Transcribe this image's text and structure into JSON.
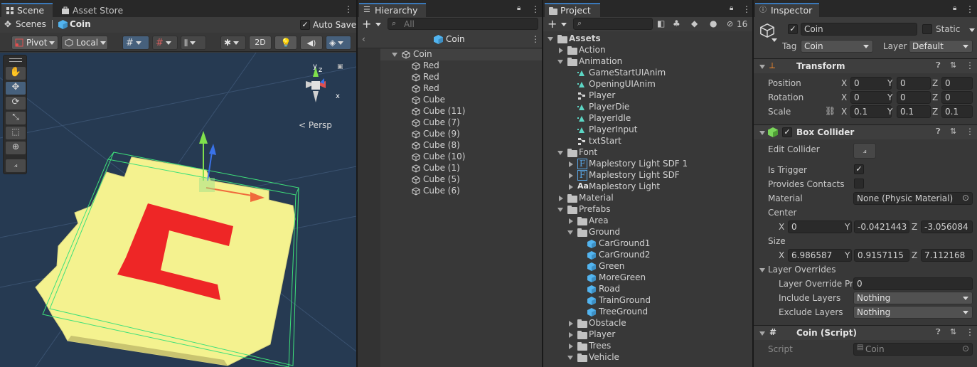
{
  "scene_panel": {
    "tabs": [
      {
        "label": "Scene"
      },
      {
        "label": "Asset Store"
      }
    ],
    "breadcrumb": {
      "root": "Scenes",
      "object": "Coin"
    },
    "auto_save_label": "Auto Save",
    "auto_save_checked": true,
    "toolbar": {
      "pivot": "Pivot",
      "local": "Local",
      "mode_2d": "2D"
    },
    "persp_label": "Persp",
    "gizmo_axes": {
      "y": "y",
      "z": "z",
      "x": "x"
    }
  },
  "hierarchy": {
    "tab": "Hierarchy",
    "search_placeholder": "All",
    "prefab_title": "Coin",
    "root": "Coin",
    "children": [
      "Red",
      "Red",
      "Red",
      "Cube",
      "Cube (11)",
      "Cube (7)",
      "Cube (9)",
      "Cube (8)",
      "Cube (10)",
      "Cube (1)",
      "Cube (5)",
      "Cube (6)"
    ]
  },
  "project": {
    "tab": "Project",
    "hidden_count": "16",
    "tree": [
      {
        "label": "Assets",
        "depth": 0,
        "type": "folder",
        "state": "open",
        "bold": true
      },
      {
        "label": "Action",
        "depth": 1,
        "type": "folder",
        "state": "closed"
      },
      {
        "label": "Animation",
        "depth": 1,
        "type": "folder",
        "state": "open"
      },
      {
        "label": "GameStartUIAnim",
        "depth": 2,
        "type": "anim"
      },
      {
        "label": "OpeningUIAnim",
        "depth": 2,
        "type": "anim"
      },
      {
        "label": "Player",
        "depth": 2,
        "type": "controller"
      },
      {
        "label": "PlayerDie",
        "depth": 2,
        "type": "anim"
      },
      {
        "label": "PlayerIdle",
        "depth": 2,
        "type": "anim"
      },
      {
        "label": "PlayerInput",
        "depth": 2,
        "type": "anim"
      },
      {
        "label": "txtStart",
        "depth": 2,
        "type": "controller"
      },
      {
        "label": "Font",
        "depth": 1,
        "type": "folder",
        "state": "open"
      },
      {
        "label": "Maplestory Light SDF 1",
        "depth": 2,
        "type": "fontasset",
        "state": "closed"
      },
      {
        "label": "Maplestory Light SDF",
        "depth": 2,
        "type": "fontasset",
        "state": "closed"
      },
      {
        "label": "Maplestory Light",
        "depth": 2,
        "type": "font",
        "state": "closed",
        "glyph": "Aa"
      },
      {
        "label": "Material",
        "depth": 1,
        "type": "folder",
        "state": "closed"
      },
      {
        "label": "Prefabs",
        "depth": 1,
        "type": "folder",
        "state": "open"
      },
      {
        "label": "Area",
        "depth": 2,
        "type": "folder",
        "state": "closed"
      },
      {
        "label": "Ground",
        "depth": 2,
        "type": "folder",
        "state": "open"
      },
      {
        "label": "CarGround1",
        "depth": 3,
        "type": "prefab"
      },
      {
        "label": "CarGround2",
        "depth": 3,
        "type": "prefab"
      },
      {
        "label": "Green",
        "depth": 3,
        "type": "prefab"
      },
      {
        "label": "MoreGreen",
        "depth": 3,
        "type": "prefab"
      },
      {
        "label": "Road",
        "depth": 3,
        "type": "prefab"
      },
      {
        "label": "TrainGround",
        "depth": 3,
        "type": "prefab"
      },
      {
        "label": "TreeGround",
        "depth": 3,
        "type": "prefab"
      },
      {
        "label": "Obstacle",
        "depth": 2,
        "type": "folder",
        "state": "closed"
      },
      {
        "label": "Player",
        "depth": 2,
        "type": "folder",
        "state": "closed"
      },
      {
        "label": "Trees",
        "depth": 2,
        "type": "folder",
        "state": "closed"
      },
      {
        "label": "Vehicle",
        "depth": 2,
        "type": "folder",
        "state": "open"
      }
    ]
  },
  "inspector": {
    "tab": "Inspector",
    "object_name": "Coin",
    "active": true,
    "static_label": "Static",
    "tag_label": "Tag",
    "tag_value": "Coin",
    "layer_label": "Layer",
    "layer_value": "Default",
    "transform": {
      "title": "Transform",
      "rows": [
        {
          "label": "Position",
          "x": "0",
          "y": "0",
          "z": "0"
        },
        {
          "label": "Rotation",
          "x": "0",
          "y": "0",
          "z": "0"
        },
        {
          "label": "Scale",
          "x": "0.1",
          "y": "0.1",
          "z": "0.1"
        }
      ],
      "axis_labels": {
        "x": "X",
        "y": "Y",
        "z": "Z"
      }
    },
    "box_collider": {
      "title": "Box Collider",
      "enabled": true,
      "edit_collider_label": "Edit Collider",
      "is_trigger_label": "Is Trigger",
      "is_trigger": true,
      "provides_contacts_label": "Provides Contacts",
      "provides_contacts": false,
      "material_label": "Material",
      "material_value": "None (Physic Material)",
      "center_label": "Center",
      "center": {
        "x": "0",
        "y": "-0.0421443",
        "z": "-3.056084"
      },
      "size_label": "Size",
      "size": {
        "x": "6.986587",
        "y": "0.9157115",
        "z": "7.112168"
      },
      "layer_overrides_label": "Layer Overrides",
      "layer_override_priority_label": "Layer Override Pric",
      "layer_override_priority_value": "0",
      "include_layers_label": "Include Layers",
      "include_layers_value": "Nothing",
      "exclude_layers_label": "Exclude Layers",
      "exclude_layers_value": "Nothing"
    },
    "coin_script": {
      "title": "Coin (Script)",
      "script_label": "Script",
      "script_value": "Coin"
    }
  },
  "colors": {
    "accent_blue": "#3a79bb",
    "prefab_blue": "#52b4ef",
    "coin_yellow": "#f6f396",
    "coin_red": "#ee2626",
    "scene_bg": "#263a52"
  }
}
